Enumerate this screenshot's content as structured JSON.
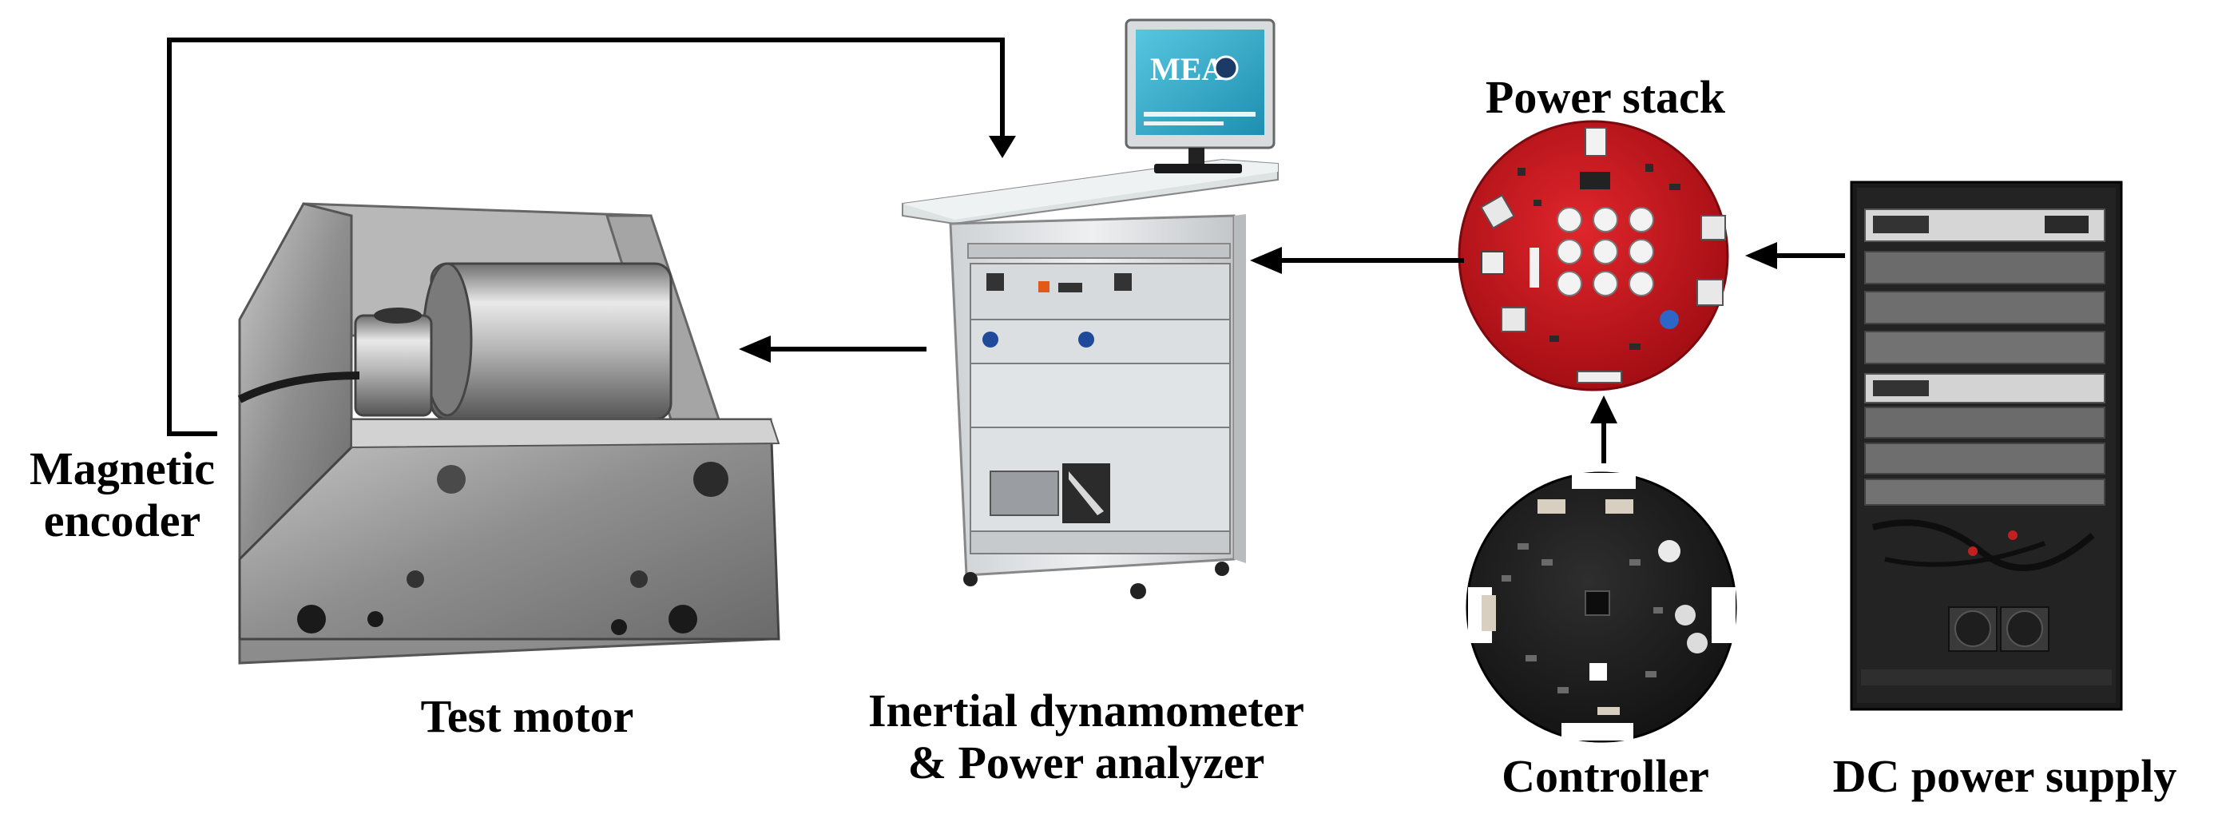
{
  "diagram": {
    "labels": {
      "magnetic_encoder_line1": "Magnetic",
      "magnetic_encoder_line2": "encoder",
      "test_motor": "Test motor",
      "dynamometer_line1": "Inertial dynamometer",
      "dynamometer_line2": "& Power analyzer",
      "power_stack": "Power stack",
      "controller": "Controller",
      "dc_power_supply": "DC power supply"
    },
    "monitor_screen_text": "MEA",
    "colors": {
      "arrow": "#000000",
      "pcb_red": "#c8141c",
      "pcb_black": "#1c1c1c",
      "steel": "#9a9a9a",
      "rack": "#1e1e1e",
      "cabinet": "#e4e6e8",
      "screen": "#2aa9c9"
    }
  }
}
